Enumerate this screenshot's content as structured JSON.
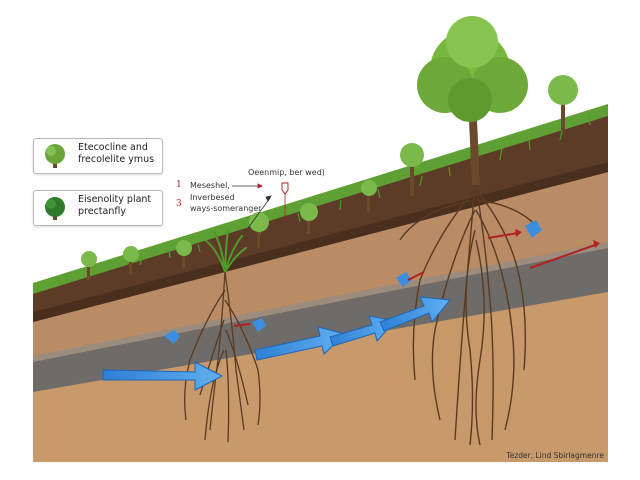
{
  "legend": [
    {
      "label": "Etecocline and\nfrecolelite ymus",
      "icon": "broadleaf-tree-icon",
      "color": "#6ca43a"
    },
    {
      "label": "Eisenolity plant\nprectanfly",
      "icon": "conifer-tree-icon",
      "color": "#2f7a2a"
    }
  ],
  "annotations": {
    "top": "Oeenmip, ber wed)",
    "item1_number": "1",
    "item1": "Meseshel,",
    "item2_number": "3",
    "item2": "Inverbesed",
    "item3": "ways-someranger"
  },
  "credit": "Tezder, Lind Sbirlagmenre",
  "colors": {
    "flow_arrow": "#3b8ee0",
    "red_arrow": "#b32121",
    "grass": "#5ea033",
    "topsoil": "#5a3a26",
    "subsoil": "#b88c65",
    "aquifer": "#6e6a67",
    "bedrock": "#c6996a"
  }
}
